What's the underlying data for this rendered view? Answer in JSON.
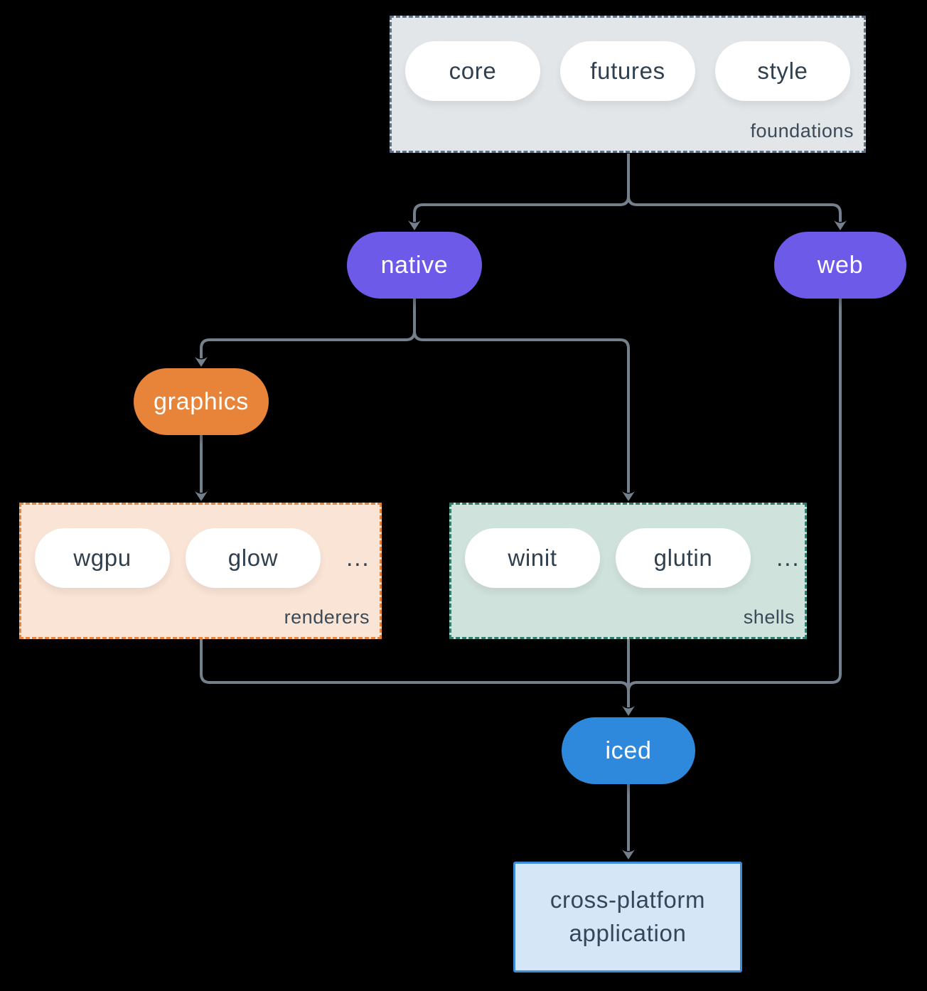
{
  "background": "#000000",
  "edge_color": "#74808d",
  "groups": {
    "foundations": {
      "label": "foundations",
      "pills": [
        "core",
        "futures",
        "style"
      ],
      "fill": "#e2e6e9",
      "border": "#5f7183"
    },
    "renderers": {
      "label": "renderers",
      "pills": [
        "wgpu",
        "glow"
      ],
      "ellipsis": "...",
      "fill": "#fae4d6",
      "border": "#e8833a"
    },
    "shells": {
      "label": "shells",
      "pills": [
        "winit",
        "glutin"
      ],
      "ellipsis": "...",
      "fill": "#d0e2dc",
      "border": "#2e7d6d"
    }
  },
  "nodes": {
    "native": {
      "label": "native",
      "fill": "#6d5ae8"
    },
    "web": {
      "label": "web",
      "fill": "#6d5ae8"
    },
    "graphics": {
      "label": "graphics",
      "fill": "#e8833a"
    },
    "iced": {
      "label": "iced",
      "fill": "#2e89dc"
    },
    "application": {
      "line1": "cross-platform",
      "line2": "application",
      "fill": "#d5e6f7",
      "border": "#3c8cd8"
    }
  }
}
